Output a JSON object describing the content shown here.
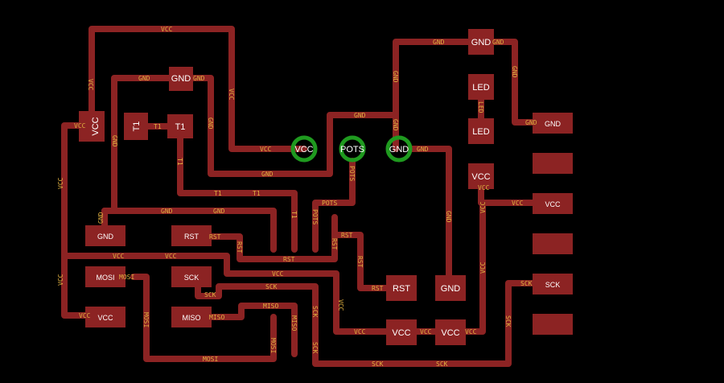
{
  "pads": {
    "vcc_top_left": "VCC",
    "gnd_top": "GND",
    "t1_a": "T1",
    "t1_b": "T1",
    "gnd_left": "GND",
    "rst_mid": "RST",
    "mosi": "MOSI",
    "sck_mid": "SCK",
    "miso": "MISO",
    "vcc_bottom_left": "VCC",
    "gnd_top_right": "GND",
    "led_1": "LED",
    "led_2": "LED",
    "vcc_right": "VCC",
    "rst_right": "RST",
    "gnd_right_mid": "GND",
    "vcc_bottom_1": "VCC",
    "vcc_bottom_2": "VCC",
    "header_gnd": "GND",
    "header_vcc": "VCC",
    "header_sck": "SCK",
    "header_blank_1": "",
    "header_blank_2": "",
    "header_blank_3": ""
  },
  "vias": {
    "vcc": "VCC",
    "pots": "POTS",
    "gnd": "GND"
  },
  "nets": {
    "vcc": "VCC",
    "gnd": "GND",
    "t1": "T1",
    "rst": "RST",
    "pots": "POTS",
    "mosi": "MOSI",
    "miso": "MISO",
    "sck": "SCK",
    "led": "LED"
  },
  "colors": {
    "background": "#000000",
    "copper": "#8c2323",
    "via_ring": "#1f9a1f",
    "net_label": "#e0b040",
    "pad_label": "#ffffff"
  }
}
